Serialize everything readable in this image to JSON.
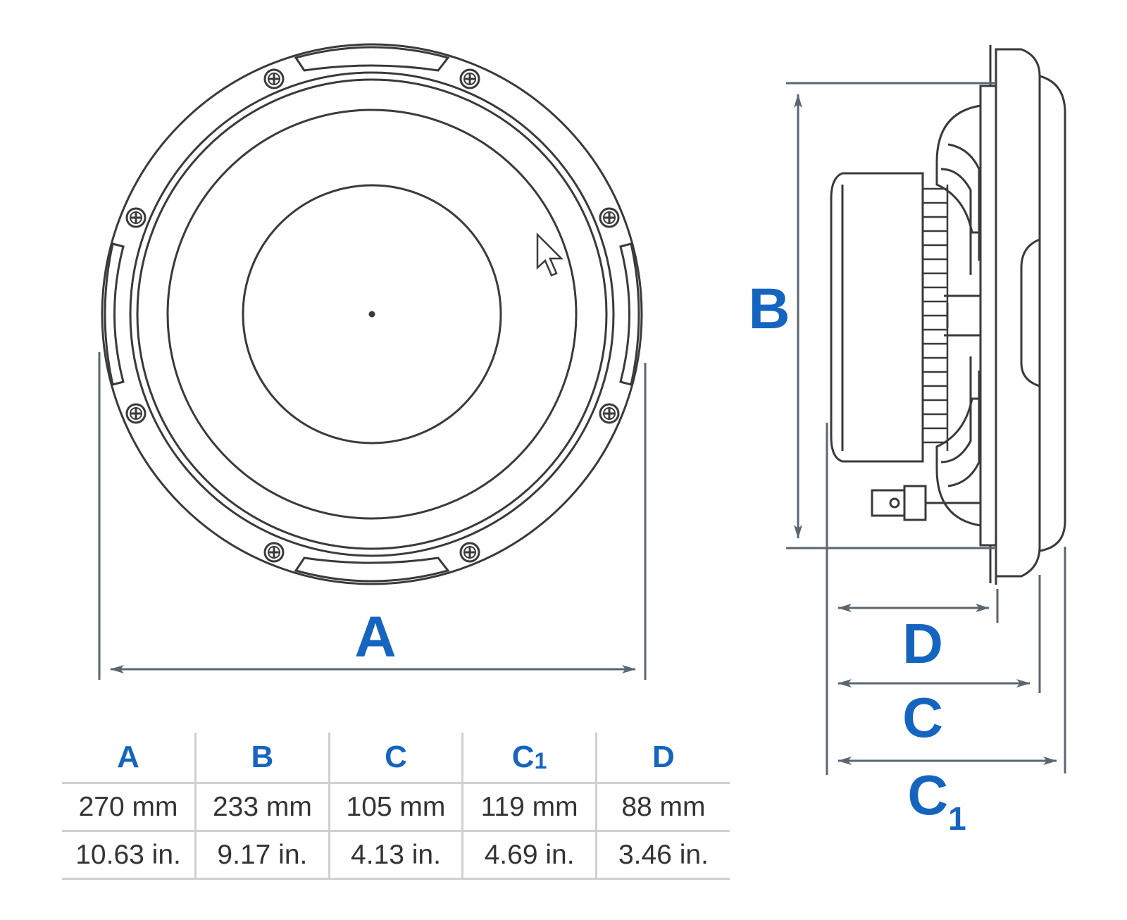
{
  "labels": {
    "A": "A",
    "B": "B",
    "C": "C",
    "C1_main": "C",
    "C1_sub": "1",
    "D": "D"
  },
  "table": {
    "headers": [
      {
        "main": "A",
        "sub": ""
      },
      {
        "main": "B",
        "sub": ""
      },
      {
        "main": "C",
        "sub": ""
      },
      {
        "main": "C",
        "sub": "1"
      },
      {
        "main": "D",
        "sub": ""
      }
    ],
    "rows": [
      [
        "270 mm",
        "233 mm",
        "105 mm",
        "119 mm",
        "88 mm"
      ],
      [
        "10.63 in.",
        "9.17 in.",
        "4.13 in.",
        "4.69 in.",
        "3.46 in."
      ]
    ]
  },
  "colors": {
    "line": "#3a3a3a",
    "dimension": "#5a6670",
    "label": "#1565c0",
    "table_border": "#d0d0d0"
  },
  "icons": [
    "screw-icon",
    "mouse-cursor-icon"
  ]
}
